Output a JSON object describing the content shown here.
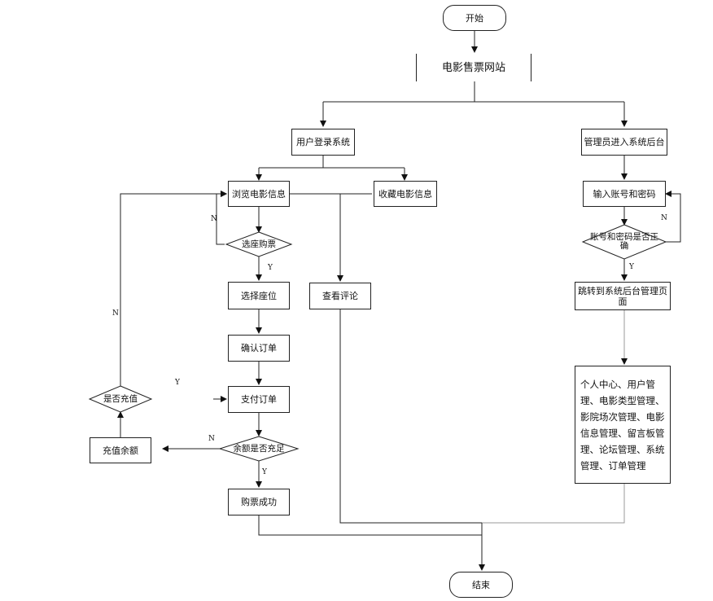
{
  "nodes": {
    "start": "开始",
    "site": "电影售票网站",
    "user_login": "用户登录系统",
    "admin_backend": "管理员进入系统后台",
    "browse_movies": "浏览电影信息",
    "favorite_movies": "收藏电影信息",
    "select_ticket": "选座购票",
    "choose_seat": "选择座位",
    "confirm_order": "确认订单",
    "pay_order": "支付订单",
    "balance_check": "余额是否充足",
    "purchase_success": "购票成功",
    "view_comments": "查看评论",
    "recharge_check": "是否充值",
    "recharge_balance": "充值余额",
    "input_account": "输入账号和密码",
    "account_correct": "账号和密码是否正确",
    "jump_admin_page": "跳转到系统后台管理页面",
    "admin_functions": "个人中心、用户管理、电影类型管理、影院场次管理、电影信息管理、留言板管理、论坛管理、系统管理、订单管理",
    "end": "结束"
  },
  "labels": {
    "yes": "Y",
    "no": "N"
  }
}
